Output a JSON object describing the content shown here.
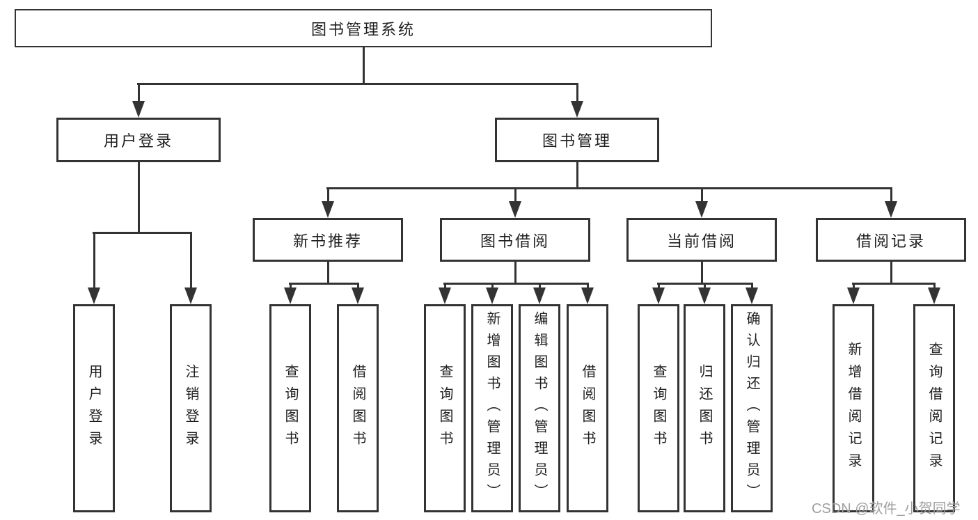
{
  "diagram": {
    "root": {
      "label": "图书管理系统"
    },
    "children": [
      {
        "label": "用户登录",
        "children": [
          {
            "label": "用户登录"
          },
          {
            "label": "注销登录"
          }
        ]
      },
      {
        "label": "图书管理",
        "children": [
          {
            "label": "新书推荐",
            "children": [
              {
                "label": "查询图书"
              },
              {
                "label": "借阅图书"
              }
            ]
          },
          {
            "label": "图书借阅",
            "children": [
              {
                "label": "查询图书"
              },
              {
                "label": "新增图书（管理员）"
              },
              {
                "label": "编辑图书（管理员）"
              },
              {
                "label": "借阅图书"
              }
            ]
          },
          {
            "label": "当前借阅",
            "children": [
              {
                "label": "查询图书"
              },
              {
                "label": "归还图书"
              },
              {
                "label": "确认归还（管理员）"
              }
            ]
          },
          {
            "label": "借阅记录",
            "children": [
              {
                "label": "新增借阅记录"
              },
              {
                "label": "查询借阅记录"
              }
            ]
          }
        ]
      }
    ]
  },
  "watermark": {
    "text": "CSDN @软件_小贺同学"
  },
  "colors": {
    "line": "#333333",
    "text": "#1f1f1f",
    "background": "#ffffff",
    "watermark": "#9e9e9e"
  }
}
